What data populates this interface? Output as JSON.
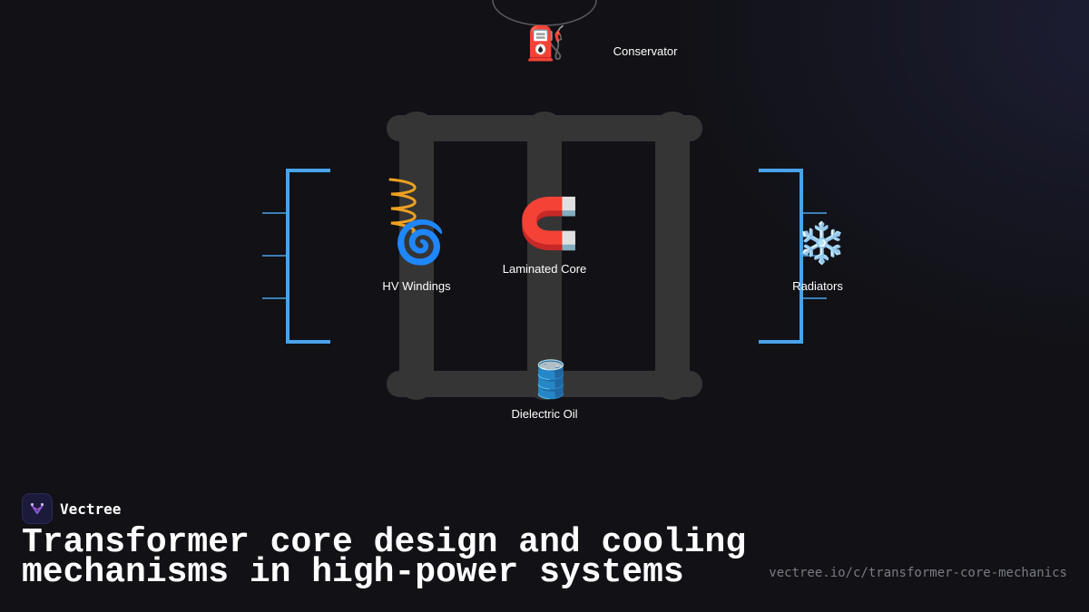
{
  "diagram": {
    "labels": {
      "conservator": "Conservator",
      "laminated_core": "Laminated Core",
      "hv_windings": "HV Windings",
      "radiators": "Radiators",
      "dielectric_oil": "Dielectric Oil"
    },
    "icons": {
      "conservator": "⛽",
      "laminated_core": "🧲",
      "hv_windings": "🌀",
      "radiators": "❄️",
      "dielectric_oil": "🛢️"
    },
    "colors": {
      "core": "#353535",
      "radiator": "#4aa3ea",
      "coil": "#f0a020",
      "tank_outline": "#5a5a60"
    }
  },
  "brand": {
    "name": "Vectree"
  },
  "footer": {
    "title": "Transformer core design and cooling mechanisms in high-power systems",
    "url": "vectree.io/c/transformer-core-mechanics"
  }
}
